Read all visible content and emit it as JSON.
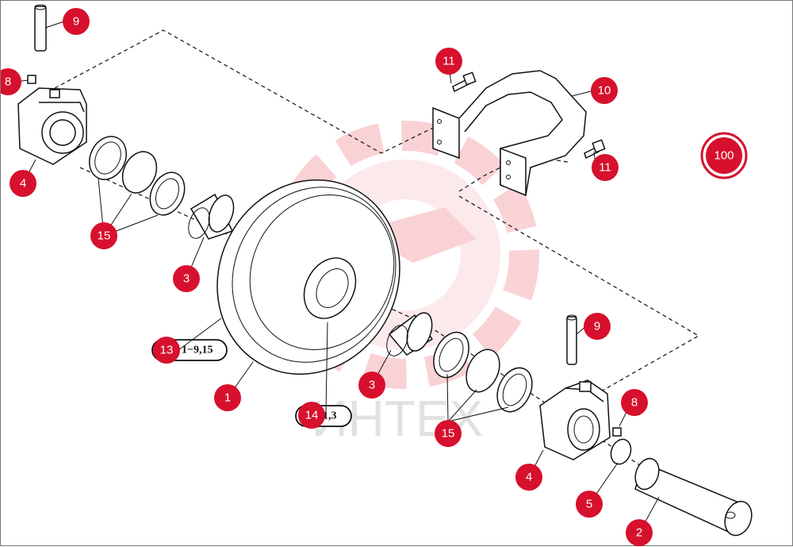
{
  "colors": {
    "callout": "#d7102d",
    "watermark": "#e8354a",
    "watermark_text": "#c9c9c9"
  },
  "watermark": {
    "text": "ИНТЕХ"
  },
  "callouts": [
    {
      "id": "c9a",
      "label": "9"
    },
    {
      "id": "c8a",
      "label": "8"
    },
    {
      "id": "c4a",
      "label": "4"
    },
    {
      "id": "c15a",
      "label": "15"
    },
    {
      "id": "c3a",
      "label": "3"
    },
    {
      "id": "c13",
      "label": "13"
    },
    {
      "id": "c1",
      "label": "1"
    },
    {
      "id": "c14",
      "label": "14"
    },
    {
      "id": "c3b",
      "label": "3"
    },
    {
      "id": "c15b",
      "label": "15"
    },
    {
      "id": "c11a",
      "label": "11"
    },
    {
      "id": "c10",
      "label": "10"
    },
    {
      "id": "c11b",
      "label": "11"
    },
    {
      "id": "c100",
      "label": "100"
    },
    {
      "id": "c9b",
      "label": "9"
    },
    {
      "id": "c8b",
      "label": "8"
    },
    {
      "id": "c4b",
      "label": "4"
    },
    {
      "id": "c5",
      "label": "5"
    },
    {
      "id": "c2",
      "label": "2"
    }
  ],
  "refs": {
    "r13": "1−9,15",
    "r14": "1,3"
  }
}
